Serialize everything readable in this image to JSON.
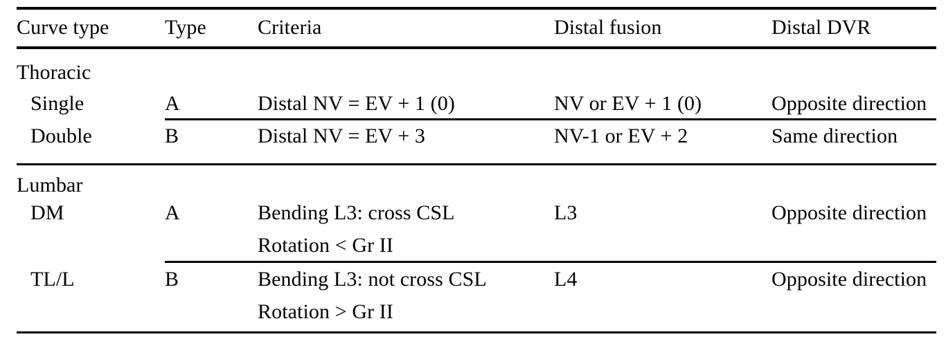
{
  "table": {
    "columns": [
      {
        "key": "curve_type",
        "label": "Curve type"
      },
      {
        "key": "type",
        "label": "Type"
      },
      {
        "key": "criteria",
        "label": "Criteria"
      },
      {
        "key": "distal_fusion",
        "label": "Distal fusion"
      },
      {
        "key": "distal_dvr",
        "label": "Distal DVR"
      }
    ],
    "sections": [
      {
        "name": "Thoracic",
        "rows": [
          {
            "curve_type": "Single",
            "type": "A",
            "criteria": "Distal NV = EV + 1 (0)",
            "criteria_line2": "",
            "distal_fusion": "NV or EV + 1 (0)",
            "distal_dvr": "Opposite direction"
          },
          {
            "curve_type": "Double",
            "type": "B",
            "criteria": "Distal NV = EV + 3",
            "criteria_line2": "",
            "distal_fusion": "NV-1 or EV + 2",
            "distal_dvr": "Same direction"
          }
        ]
      },
      {
        "name": "Lumbar",
        "rows": [
          {
            "curve_type": "DM",
            "type": "A",
            "criteria": "Bending L3: cross CSL",
            "criteria_line2": "Rotation < Gr II",
            "distal_fusion": "L3",
            "distal_dvr": "Opposite direction"
          },
          {
            "curve_type": "TL/L",
            "type": "B",
            "criteria": "Bending L3: not cross CSL",
            "criteria_line2": "Rotation > Gr II",
            "distal_fusion": "L4",
            "distal_dvr": "Opposite direction"
          }
        ]
      }
    ]
  },
  "style": {
    "text_color": "#000000",
    "rule_color": "#000000",
    "background": "#ffffff"
  }
}
